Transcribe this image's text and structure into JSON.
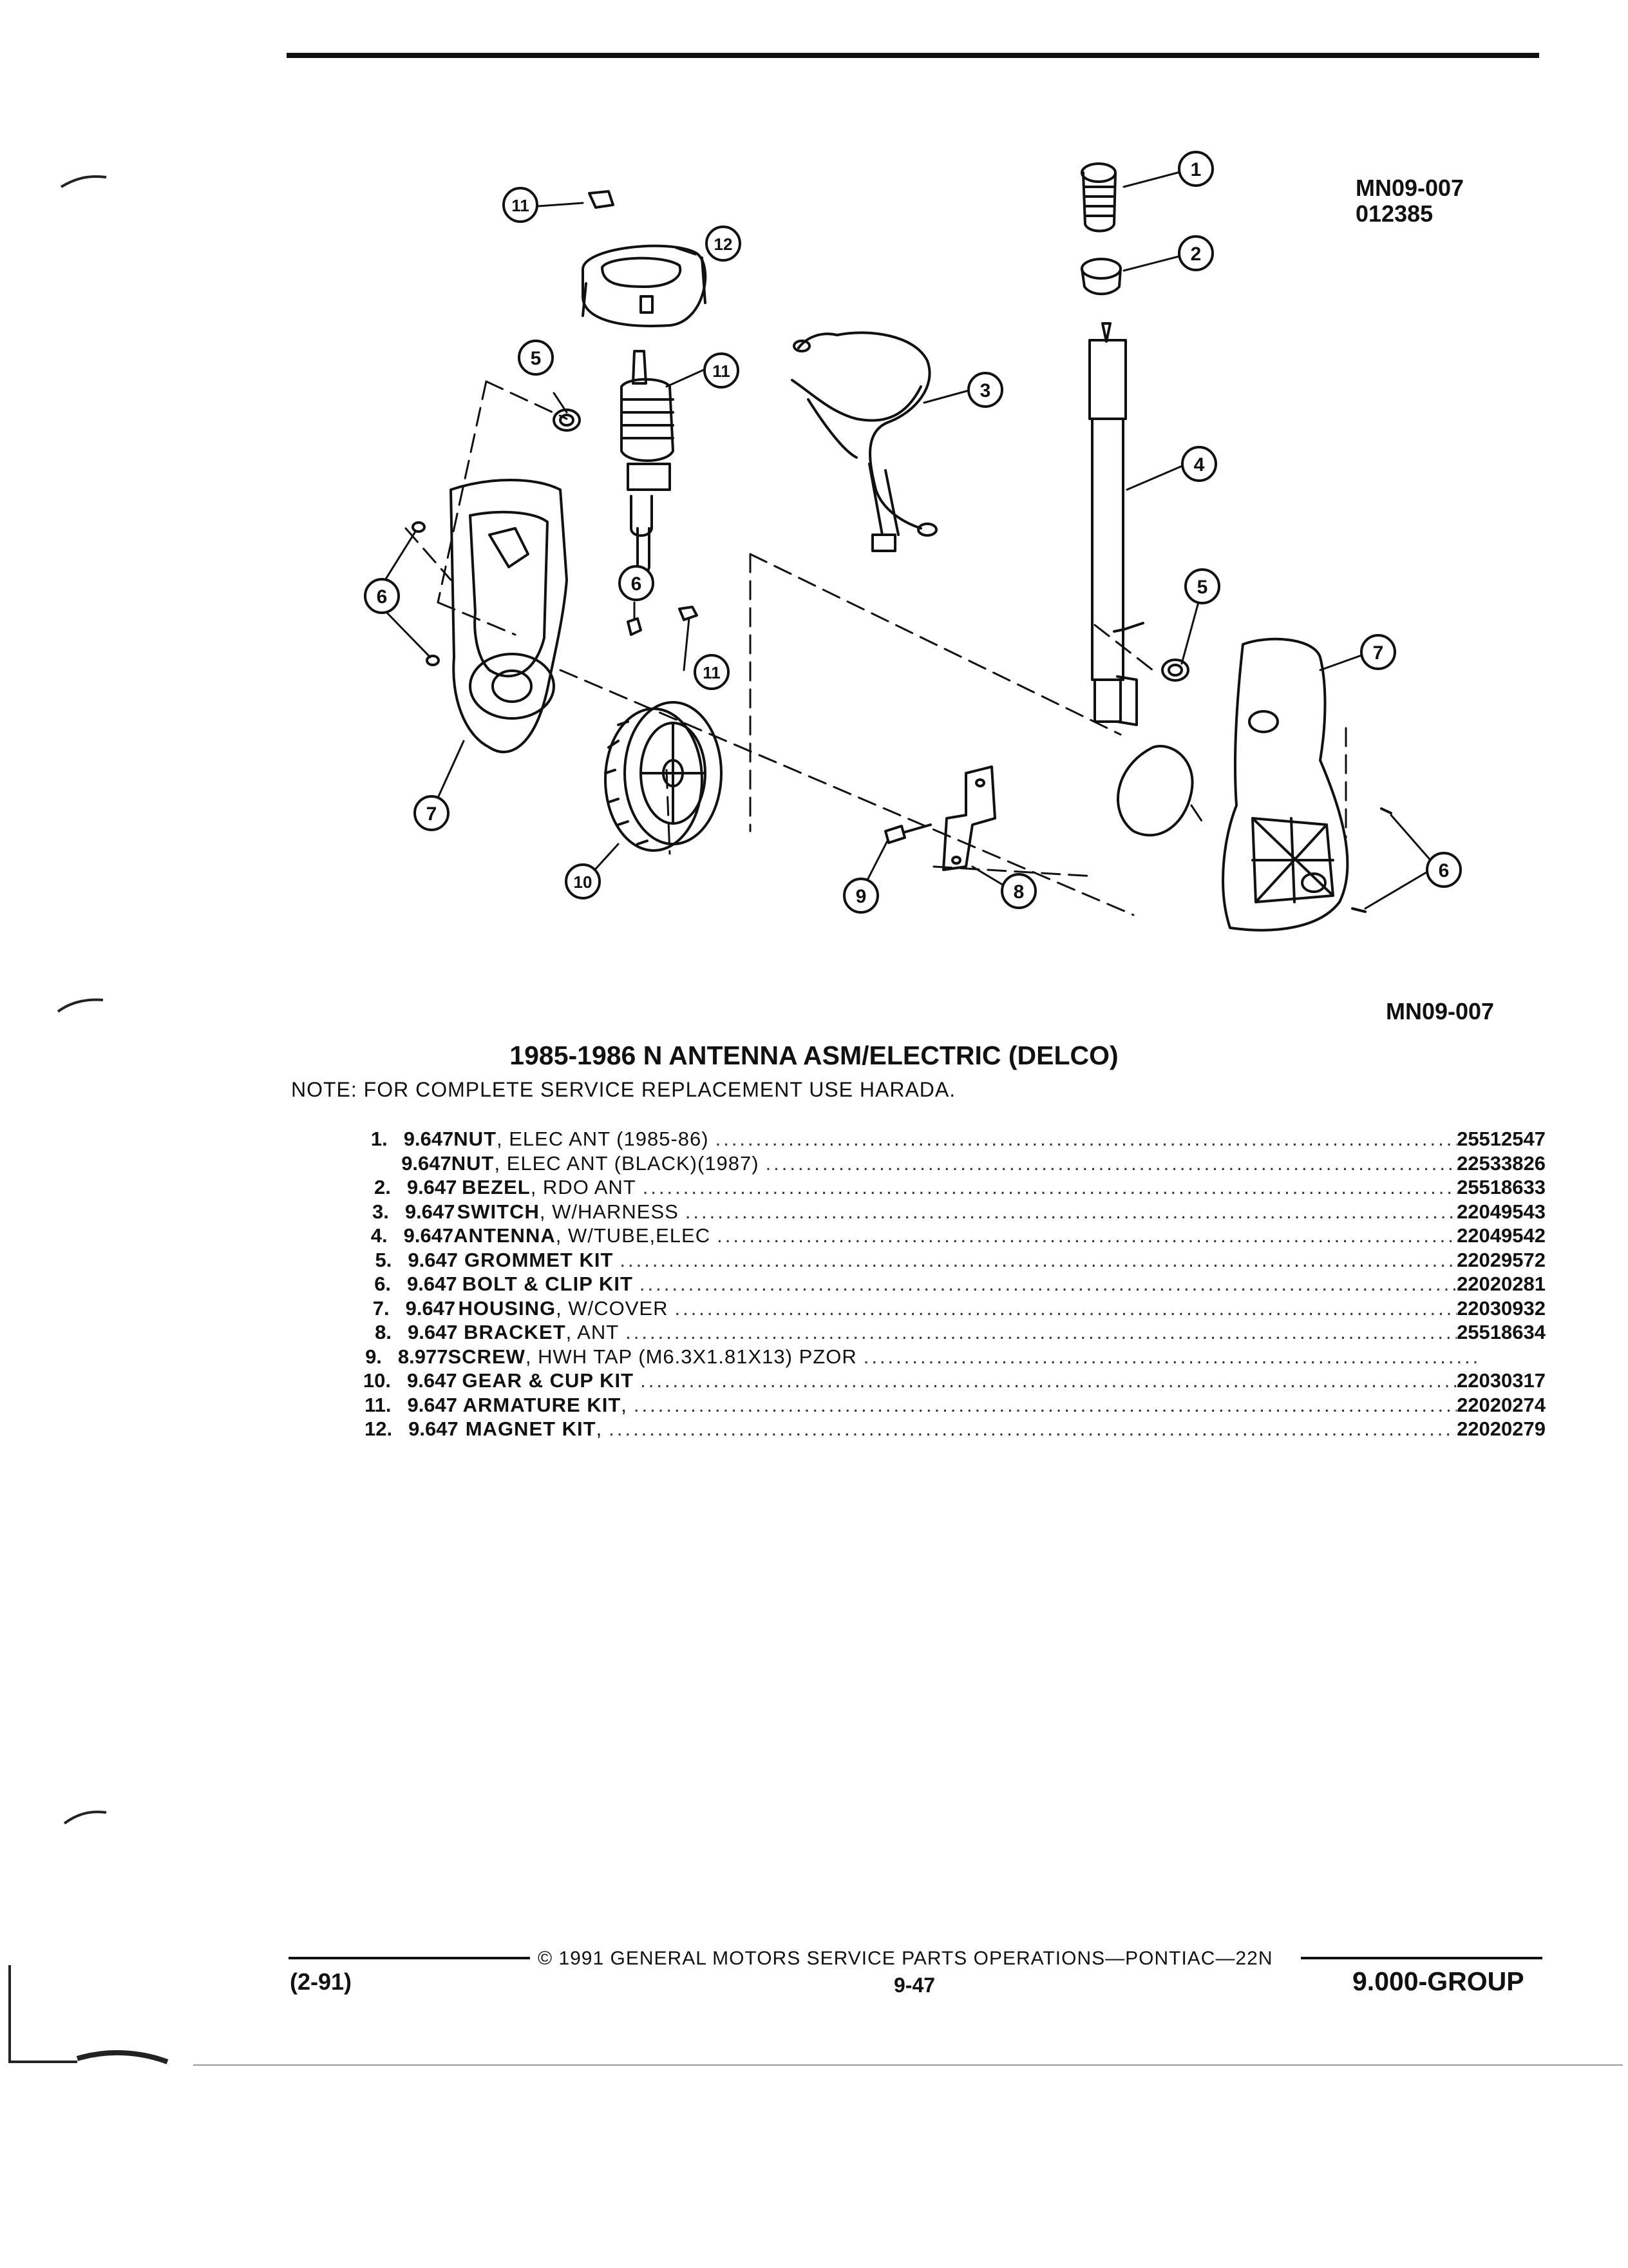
{
  "diagram": {
    "code_top": "MN09-007",
    "code_date": "012385",
    "code_bottom": "MN09-007",
    "callouts": [
      "1",
      "2",
      "3",
      "4",
      "5",
      "5",
      "6",
      "6",
      "6",
      "7",
      "7",
      "8",
      "9",
      "10",
      "11",
      "11",
      "11",
      "12"
    ]
  },
  "title": "1985-1986 N ANTENNA ASM/ELECTRIC (DELCO)",
  "note": "NOTE: FOR COMPLETE SERVICE REPLACEMENT USE HARADA.",
  "parts": [
    {
      "num": "1.",
      "group": "9.647",
      "name": "NUT",
      "detail": ", ELEC ANT (1985-86)",
      "part_no": "25512547"
    },
    {
      "num": "",
      "group": "9.647",
      "name": "NUT",
      "detail": ", ELEC ANT (BLACK)(1987)",
      "part_no": "22533826"
    },
    {
      "num": "2.",
      "group": "9.647",
      "name": "BEZEL",
      "detail": ", RDO ANT",
      "part_no": "25518633"
    },
    {
      "num": "3.",
      "group": "9.647",
      "name": "SWITCH",
      "detail": ", W/HARNESS",
      "part_no": "22049543"
    },
    {
      "num": "4.",
      "group": "9.647",
      "name": "ANTENNA",
      "detail": ", W/TUBE,ELEC",
      "part_no": "22049542"
    },
    {
      "num": "5.",
      "group": "9.647",
      "name": "GROMMET KIT",
      "detail": "",
      "part_no": "22029572"
    },
    {
      "num": "6.",
      "group": "9.647",
      "name": "BOLT & CLIP KIT",
      "detail": "",
      "part_no": "22020281"
    },
    {
      "num": "7.",
      "group": "9.647",
      "name": "HOUSING",
      "detail": ", W/COVER",
      "part_no": "22030932"
    },
    {
      "num": "8.",
      "group": "9.647",
      "name": "BRACKET",
      "detail": ", ANT",
      "part_no": "25518634"
    },
    {
      "num": "9.",
      "group": "8.977",
      "name": "SCREW",
      "detail": ", HWH TAP (M6.3X1.81X13) PZOR",
      "part_no": ""
    },
    {
      "num": "10.",
      "group": "9.647",
      "name": "GEAR & CUP KIT",
      "detail": "",
      "part_no": "22030317"
    },
    {
      "num": "11.",
      "group": "9.647",
      "name": "ARMATURE KIT",
      "detail": ",",
      "part_no": "22020274"
    },
    {
      "num": "12.",
      "group": "9.647",
      "name": "MAGNET KIT",
      "detail": ",",
      "part_no": "22020279"
    }
  ],
  "footer": {
    "copyright": "© 1991 GENERAL MOTORS SERVICE PARTS OPERATIONS—PONTIAC—22N",
    "date": "(2-91)",
    "page": "9-47",
    "group": "9.000-GROUP"
  }
}
